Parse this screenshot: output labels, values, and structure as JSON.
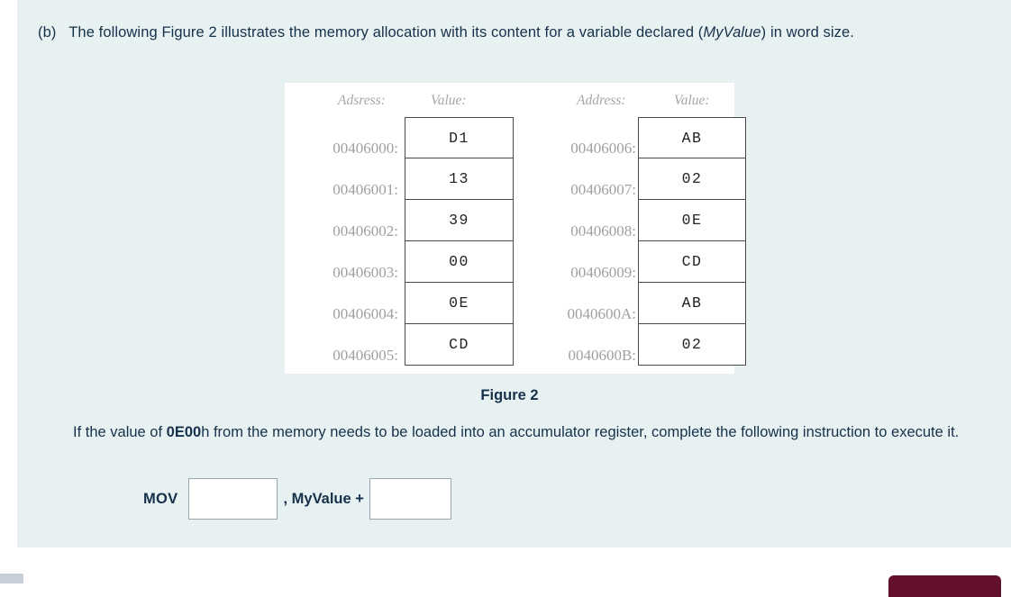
{
  "question": {
    "label": "(b)",
    "text_before_italic": "The following Figure 2 illustrates the memory allocation with its content for a variable declared (",
    "italic_term": "MyValue",
    "text_after_italic": ") in word size."
  },
  "figure": {
    "caption": "Figure 2",
    "tables": [
      {
        "address_header": "Adsress:",
        "value_header": "Value:",
        "rows": [
          {
            "address": "00406000:",
            "value": "D1"
          },
          {
            "address": "00406001:",
            "value": "13"
          },
          {
            "address": "00406002:",
            "value": "39"
          },
          {
            "address": "00406003:",
            "value": "00"
          },
          {
            "address": "00406004:",
            "value": "0E"
          },
          {
            "address": "00406005:",
            "value": "CD"
          }
        ]
      },
      {
        "address_header": "Address:",
        "value_header": "Value:",
        "rows": [
          {
            "address": "00406006:",
            "value": "AB"
          },
          {
            "address": "00406007:",
            "value": "02"
          },
          {
            "address": "00406008:",
            "value": "0E"
          },
          {
            "address": "00406009:",
            "value": "CD"
          },
          {
            "address": "0040600A:",
            "value": "AB"
          },
          {
            "address": "0040600B:",
            "value": "02"
          }
        ]
      }
    ]
  },
  "followup": {
    "text_before_bold": "If the value of ",
    "bold_term": "0E00",
    "text_after_bold": "h from the memory needs to be loaded into an accumulator register, complete the following instruction to execute it."
  },
  "answer_line": {
    "instruction": "MOV",
    "separator": ", MyValue +",
    "operand1_value": "",
    "operand2_value": ""
  },
  "colors": {
    "panel_background": "#e7f1f2",
    "text": "#16314a",
    "table_label": "#a0a0a0",
    "table_border": "#4a4a4a",
    "accent_red": "#c4341f",
    "action_button": "#64102c"
  }
}
